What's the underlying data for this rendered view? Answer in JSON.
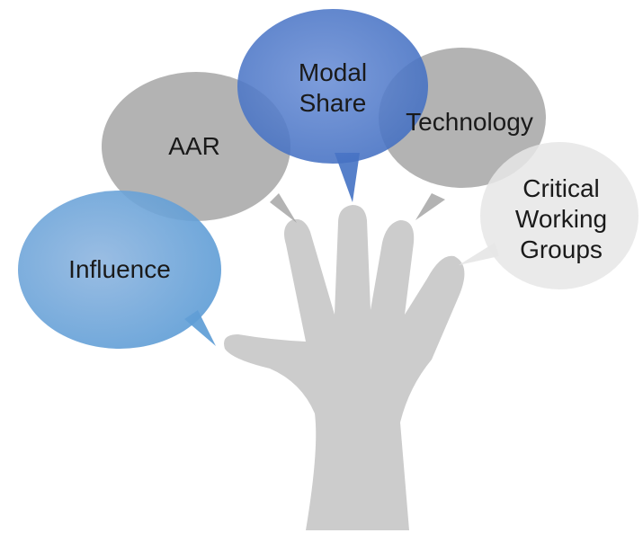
{
  "bubbles": [
    {
      "id": "influence",
      "label": "Influence",
      "color": "#5b9bd5"
    },
    {
      "id": "aar",
      "label": "AAR",
      "color": "#a6a6a6"
    },
    {
      "id": "technology",
      "label": "Technology",
      "color": "#a6a6a6"
    },
    {
      "id": "critical",
      "label": "Critical\nWorking\nGroups",
      "color": "#e6e6e6"
    },
    {
      "id": "modal",
      "label": "Modal\nShare",
      "color": "#4472c4"
    }
  ],
  "hand_color": "#cccccc"
}
